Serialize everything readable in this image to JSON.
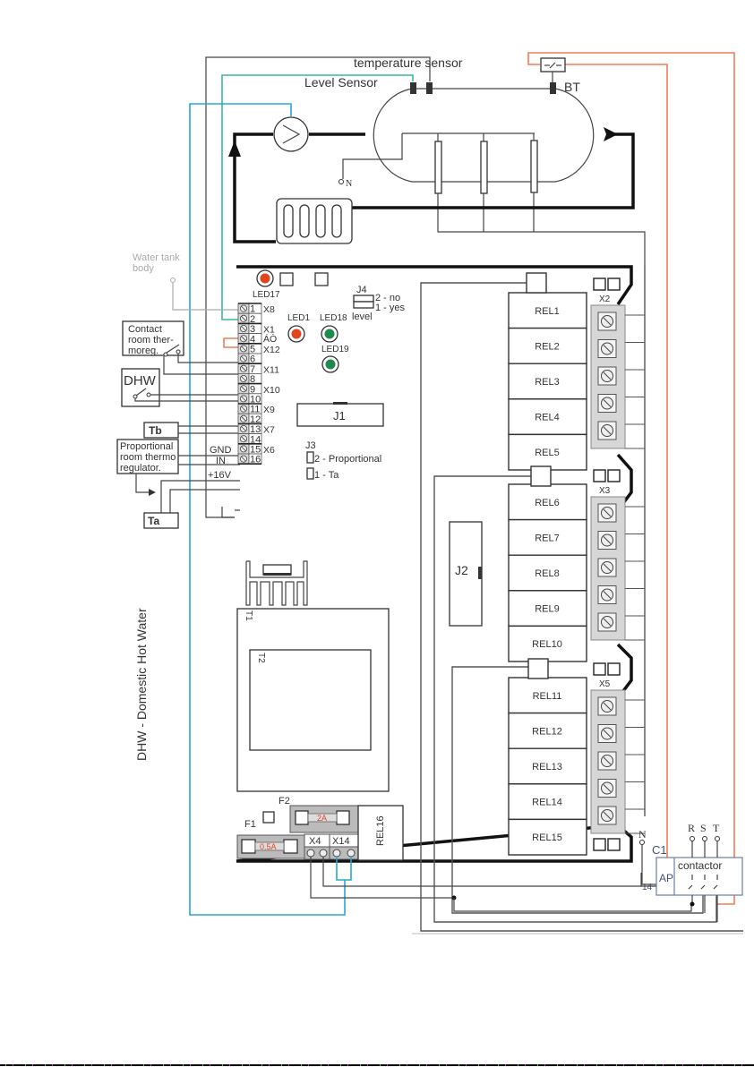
{
  "tank": {
    "temperature_sensor_label": "temperature sensor",
    "level_sensor_label": "Level Sensor",
    "bt_label": "BT",
    "neutral_label": "N"
  },
  "external": {
    "water_tank_body_label_line1": "Water tank",
    "water_tank_body_label_line2": "body",
    "contact_room_line1": "Contact",
    "contact_room_line2": "room ther-",
    "contact_room_line3": "moreg.",
    "dhw_label": "DHW",
    "tb_label": "Tb",
    "proportional_line1": "Proportional",
    "proportional_line2": "room thermo",
    "proportional_line3": "regulator.",
    "ta_label": "Ta",
    "gnd_label": "GND",
    "in_label": "IN",
    "v16_label": "+16V",
    "legend_vertical": "DHW - Domestic Hot Water"
  },
  "board": {
    "terminals": [
      {
        "num": "1",
        "group": "X8"
      },
      {
        "num": "2",
        "group": ""
      },
      {
        "num": "3",
        "group": "X1"
      },
      {
        "num": "4",
        "group": "ÁÒ"
      },
      {
        "num": "5",
        "group": "X12"
      },
      {
        "num": "6",
        "group": ""
      },
      {
        "num": "7",
        "group": "X11"
      },
      {
        "num": "8",
        "group": ""
      },
      {
        "num": "9",
        "group": "X10"
      },
      {
        "num": "10",
        "group": ""
      },
      {
        "num": "11",
        "group": "X9"
      },
      {
        "num": "12",
        "group": ""
      },
      {
        "num": "13",
        "group": "X7"
      },
      {
        "num": "14",
        "group": ""
      },
      {
        "num": "15",
        "group": "X6"
      },
      {
        "num": "16",
        "group": ""
      }
    ],
    "leds": [
      {
        "label": "LED17",
        "color": "#e0451f"
      },
      {
        "label": "LED1",
        "color": "#e0451f"
      },
      {
        "label": "LED18",
        "color": "#1f8a4c"
      },
      {
        "label": "LED19",
        "color": "#1f8a4c"
      }
    ],
    "j4_label": "J4",
    "j4_opt2": "2 - no",
    "j4_opt1": "1 - yes",
    "j4_sub": "level",
    "j1_label": "J1",
    "j3_label": "J3",
    "j3_opt2": "2 - Proportional",
    "j3_opt1": "1 - Ta",
    "j2_label": "J2",
    "t1_label": "T1",
    "t2_label": "T2",
    "f1_label": "F1",
    "f2_label": "F2",
    "f1_rating": "0.5A",
    "f2_rating": "2A",
    "x4_label": "X4",
    "x14_label": "X14",
    "rel16_label": "REL16",
    "relays": [
      "REL1",
      "REL2",
      "REL3",
      "REL4",
      "REL5",
      "REL6",
      "REL7",
      "REL8",
      "REL9",
      "REL10",
      "REL11",
      "REL12",
      "REL13",
      "REL14",
      "REL15"
    ],
    "relay_blocks": [
      "X2",
      "X3",
      "X5"
    ]
  },
  "contactor": {
    "c1_label": "C1",
    "ap_label": "AP",
    "label": "contactor",
    "pin14": "14",
    "n_label": "N",
    "phases": [
      "R",
      "S",
      "T"
    ]
  },
  "colors": {
    "cyan_wire": "#2aa7d4",
    "teal_wire": "#3cb89a",
    "orange_wire": "#ef7f57",
    "led_red": "#e0451f",
    "led_green": "#1f8a4c",
    "fuse_text": "#e0451f",
    "contactor_frame": "#6b7fa8"
  }
}
